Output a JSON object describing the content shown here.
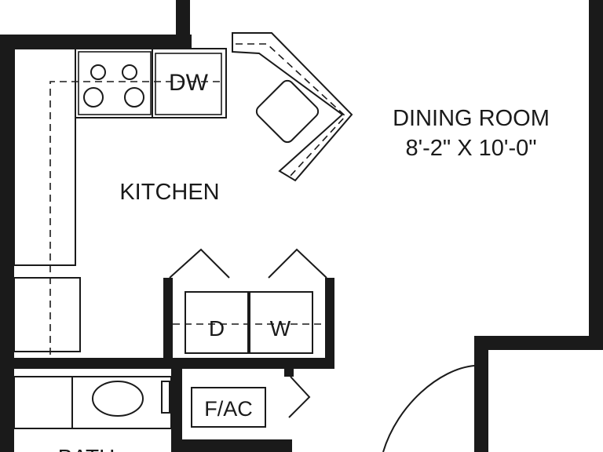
{
  "rooms": {
    "dining": {
      "name": "DINING ROOM",
      "size": "8'-2\" X 10'-0\""
    },
    "kitchen": {
      "name": "KITCHEN"
    },
    "bath": {
      "name": "BATH"
    }
  },
  "appliances": {
    "dishwasher": "DW",
    "dryer": "D",
    "washer": "W",
    "furnace": "F/AC"
  },
  "colors": {
    "wall": "#1a1a1a",
    "background": "#ffffff"
  }
}
